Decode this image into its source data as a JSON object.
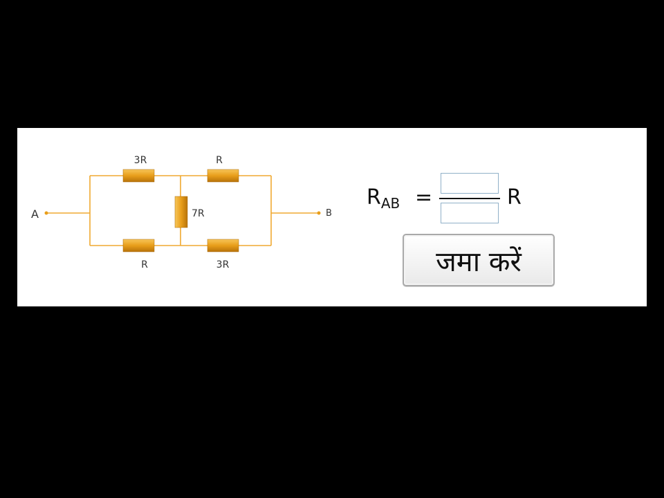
{
  "circuit": {
    "terminal_a": "A",
    "terminal_b": "B",
    "resistors": {
      "top_left": "3R",
      "top_right": "R",
      "middle": "7R",
      "bottom_left": "R",
      "bottom_right": "3R"
    },
    "wire_color": "#f0a830",
    "resistor_color": "#e8a020"
  },
  "equation": {
    "label_main": "R",
    "label_sub": "AB",
    "equals": "=",
    "unit": "R",
    "numerator_value": "",
    "denominator_value": ""
  },
  "submit_button": {
    "label": "जमा करें"
  }
}
